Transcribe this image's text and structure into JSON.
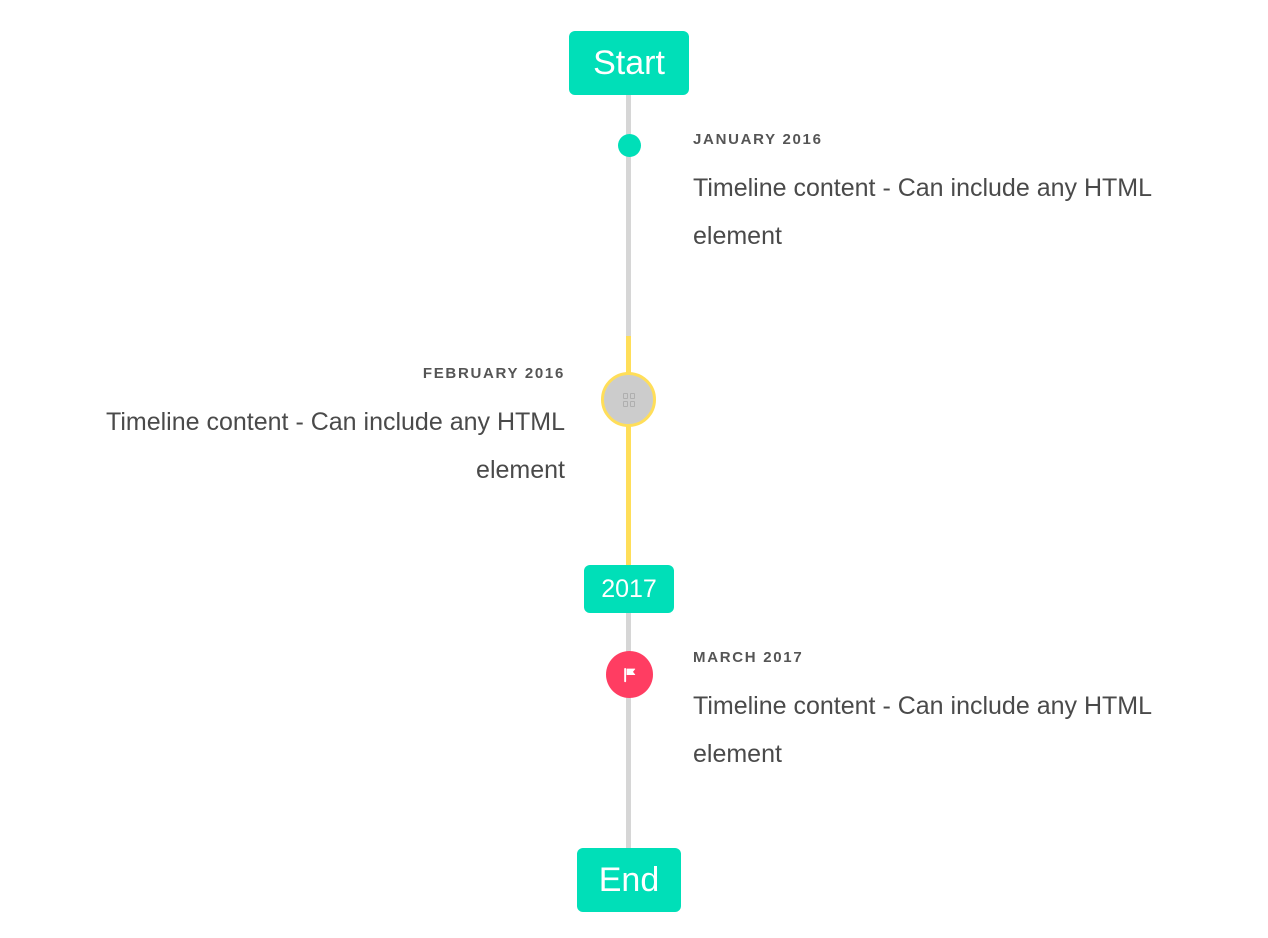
{
  "theme": {
    "accent_teal": "#00dfb8",
    "accent_yellow": "#ffde59",
    "accent_pink": "#ff3d62",
    "rail_gray": "#d6d6d6",
    "marker_gray": "#cccccc",
    "date_text": "#555555",
    "body_text": "#4a4a4a",
    "background": "#ffffff"
  },
  "timeline": {
    "start_label": "Start",
    "year_divider_label": "2017",
    "end_label": "End",
    "entries": [
      {
        "date": "JANUARY 2016",
        "body": "Timeline content - Can include any HTML element",
        "side": "right",
        "marker": "dot-teal"
      },
      {
        "date": "FEBRUARY 2016",
        "body": "Timeline content - Can include any HTML element",
        "side": "left",
        "marker": "ring-gray-placeholder-icon"
      },
      {
        "date": "MARCH 2017",
        "body": "Timeline content - Can include any HTML element",
        "side": "right",
        "marker": "flag-icon-pink"
      }
    ]
  }
}
